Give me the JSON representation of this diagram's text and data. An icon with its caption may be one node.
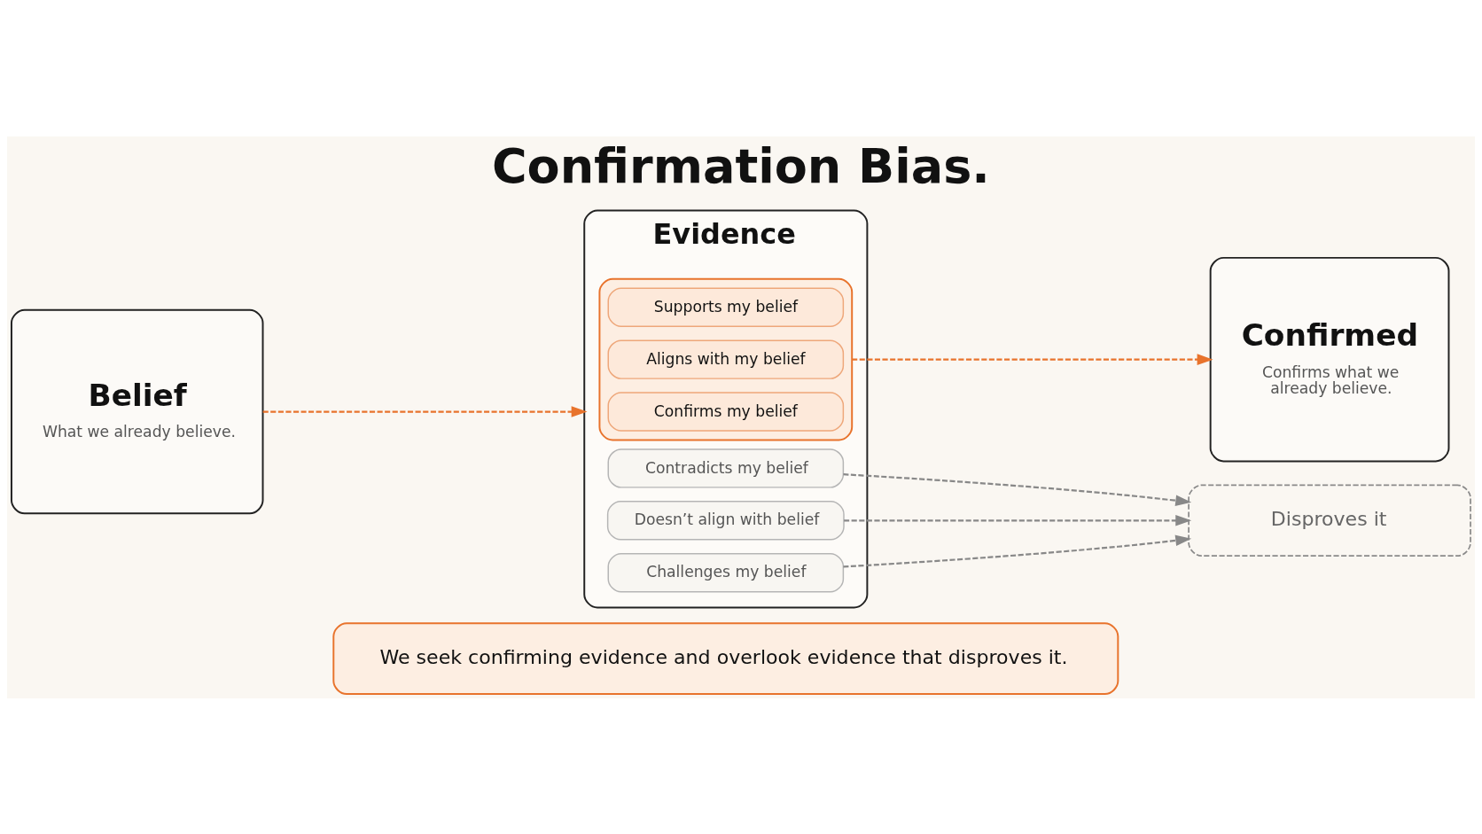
{
  "diagram": {
    "title": "Confirmation Bias.",
    "nodes": [
      {
        "text": [
          "Belief",
          "What we already believe."
        ]
      },
      {
        "text": [
          "Evidence"
        ]
      },
      {
        "text": [],
        "shape": "funnel",
        "in": 1
      },
      {
        "text": [
          "Supports my belief"
        ],
        "in": 2
      },
      {
        "text": [
          "Aligns with my belief"
        ],
        "in": 2
      },
      {
        "text": [
          "Confirms my belief"
        ],
        "in": 2
      },
      {
        "text": [
          "Contradicts my belief"
        ],
        "in": 1
      },
      {
        "text": [
          "Doesn’t align with belief"
        ],
        "in": 1
      },
      {
        "text": [
          "Challenges my belief"
        ],
        "in": 1
      },
      {
        "text": [
          "Confirmed",
          "Confirms what we already believe."
        ]
      },
      {
        "text": [
          "Disproves it"
        ]
      },
      {
        "text": [
          "We seek confirming evidence and overlook evidence that disproves it."
        ]
      }
    ],
    "edges": [
      {
        "from": 0,
        "to": 1,
        "arrow": "to",
        "style": "dashed",
        "color": "#e8732c"
      },
      {
        "from": 2,
        "to": 9,
        "arrow": "to",
        "style": "dashed",
        "color": "#e8732c"
      },
      {
        "from": 6,
        "to": 10,
        "arrow": "to",
        "style": "dashed"
      },
      {
        "from": 7,
        "to": 10,
        "arrow": "to",
        "style": "dashed"
      },
      {
        "from": 8,
        "to": 10,
        "arrow": "to",
        "style": "dashed"
      }
    ]
  }
}
